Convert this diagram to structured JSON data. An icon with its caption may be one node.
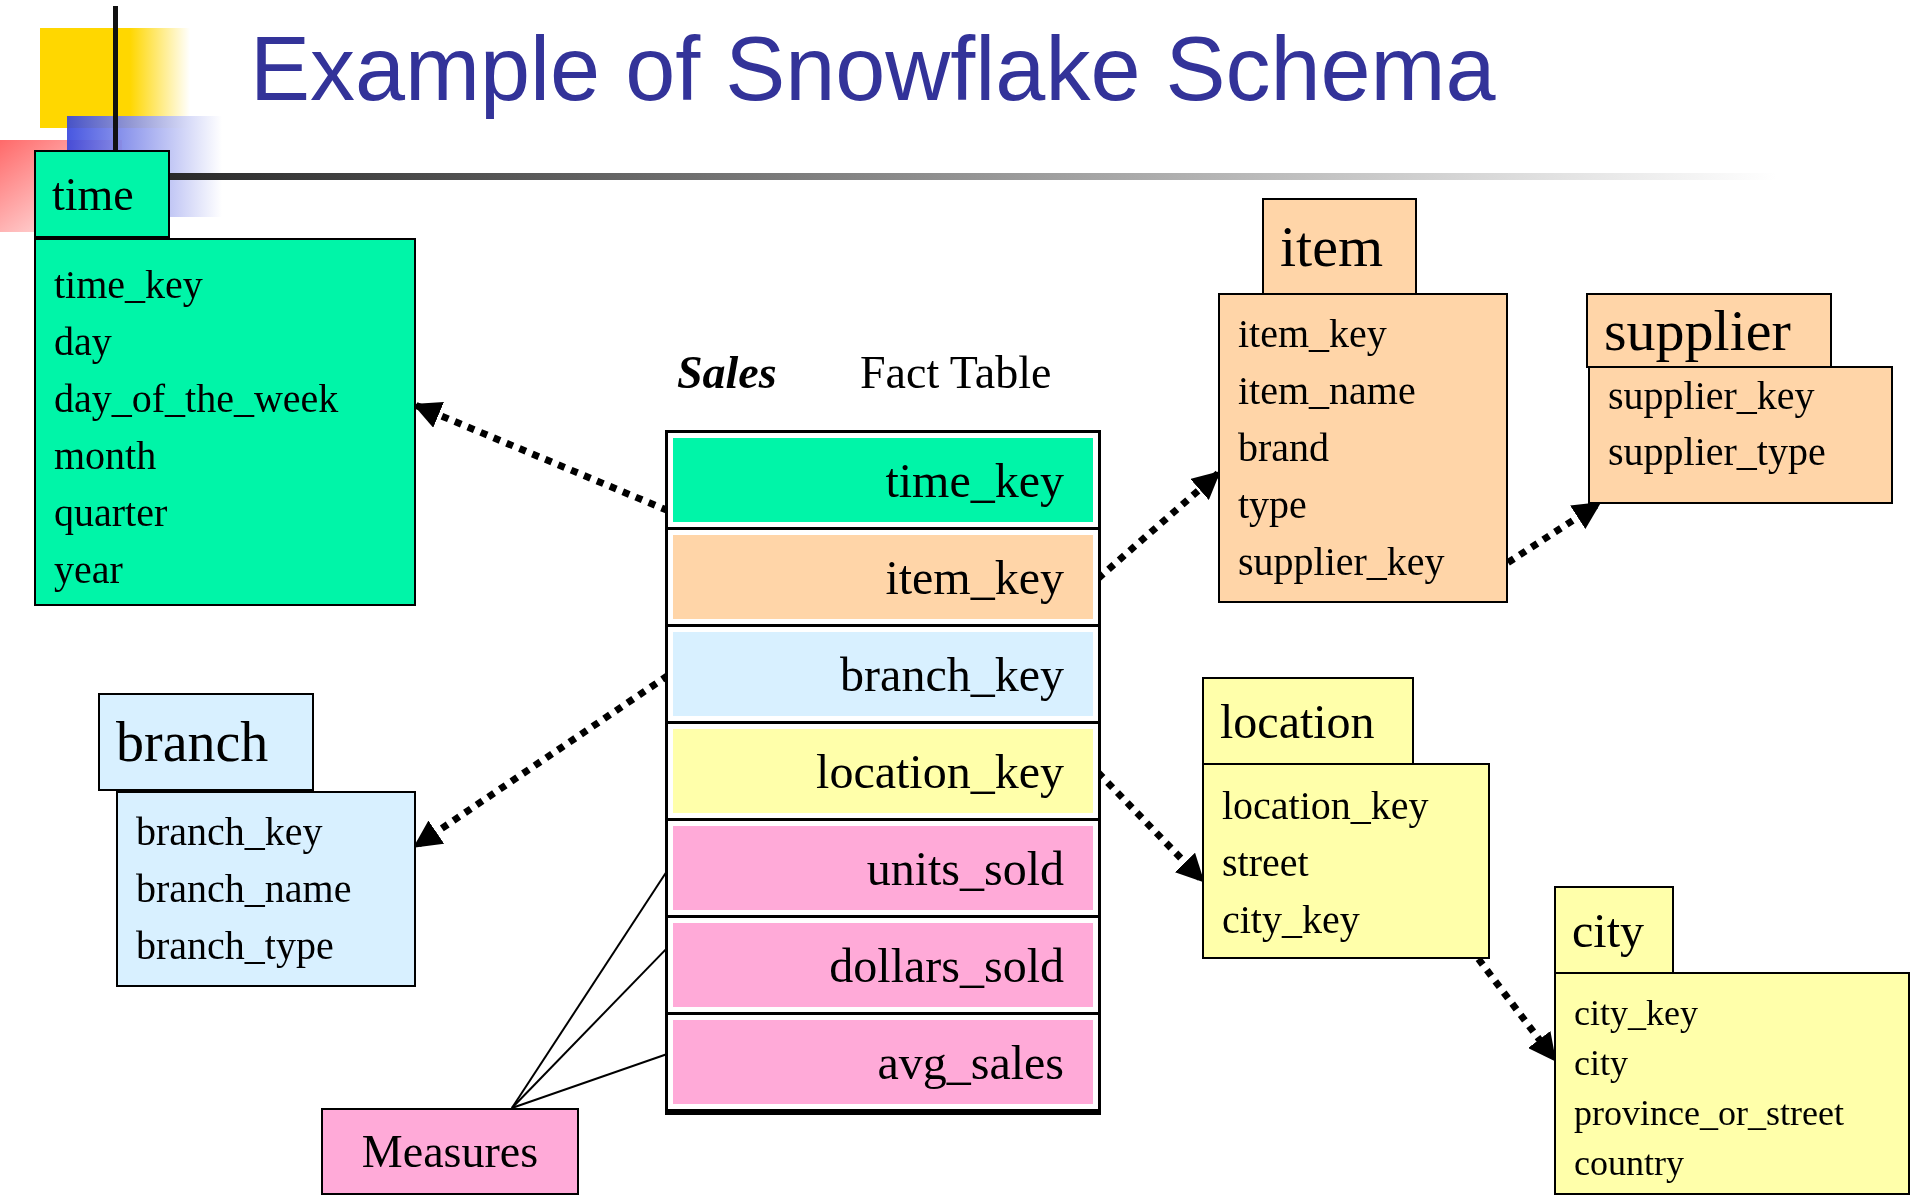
{
  "diagram": {
    "title": "Example of Snowflake Schema",
    "nodes": [
      {
        "text": [
          "Sales",
          "Fact Table"
        ]
      },
      {
        "text": [
          "time_key"
        ],
        "in": 0
      },
      {
        "text": [
          "item_key"
        ],
        "in": 0
      },
      {
        "text": [
          "branch_key"
        ],
        "in": 0
      },
      {
        "text": [
          "location_key"
        ],
        "in": 0
      },
      {
        "text": [
          "units_sold"
        ],
        "in": 0
      },
      {
        "text": [
          "dollars_sold"
        ],
        "in": 0
      },
      {
        "text": [
          "avg_sales"
        ],
        "in": 0
      },
      {
        "text": [
          "time",
          "time_key",
          "day",
          "day_of_the_week",
          "month",
          "quarter",
          "year"
        ]
      },
      {
        "text": [
          "item",
          "item_key",
          "item_name",
          "brand",
          "type",
          "supplier_key"
        ]
      },
      {
        "text": [
          "supplier",
          "supplier_key",
          "supplier_type"
        ]
      },
      {
        "text": [
          "branch",
          "branch_key",
          "branch_name",
          "branch_type"
        ]
      },
      {
        "text": [
          "location",
          "location_key",
          "street",
          "city_key"
        ]
      },
      {
        "text": [
          "city",
          "city_key",
          "city",
          "province_or_street",
          "country"
        ]
      },
      {
        "text": [
          "Measures"
        ]
      }
    ],
    "edges": [
      {
        "from": 1,
        "to": 8,
        "arrow": "to",
        "style": "dashed"
      },
      {
        "from": 2,
        "to": 9,
        "arrow": "to",
        "style": "dashed"
      },
      {
        "from": 9,
        "to": 10,
        "arrow": "to",
        "style": "dashed"
      },
      {
        "from": 3,
        "to": 11,
        "arrow": "to",
        "style": "dashed"
      },
      {
        "from": 4,
        "to": 12,
        "arrow": "to",
        "style": "dashed"
      },
      {
        "from": 12,
        "to": 13,
        "arrow": "to",
        "style": "dashed"
      },
      {
        "from": 14,
        "to": 5,
        "arrow": "none"
      },
      {
        "from": 14,
        "to": 6,
        "arrow": "none"
      },
      {
        "from": 14,
        "to": 7,
        "arrow": "none"
      }
    ]
  }
}
